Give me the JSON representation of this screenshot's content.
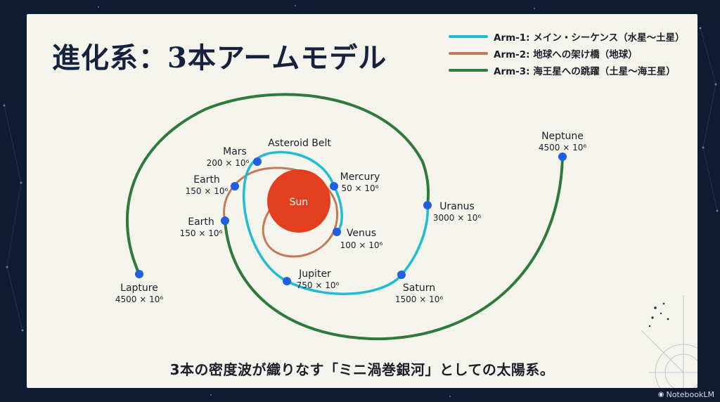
{
  "slide": {
    "title": "進化系：3本アームモデル",
    "caption": "3本の密度波が織りなす「ミニ渦巻銀河」としての太陽系。"
  },
  "legend": [
    {
      "label": "Arm-1: メイン・シーケンス（水星〜土星）",
      "color": "#1fbcd2"
    },
    {
      "label": "Arm-2: 地球への架け橋（地球）",
      "color": "#c47a55"
    },
    {
      "label": "Arm-3: 海王星への跳躍（土星〜海王星）",
      "color": "#2f7a3a"
    }
  ],
  "diagram": {
    "sun": {
      "label": "Sun",
      "color": "#e23f1f"
    },
    "arm_colors": {
      "arm1": "#1fbcd2",
      "arm2": "#c47a55",
      "arm3": "#2f7a3a"
    },
    "point_color": "#1f5fe0",
    "asteroid_belt_label": "Asteroid Belt",
    "points": [
      {
        "name": "Mercury",
        "value": "50 × 10⁶"
      },
      {
        "name": "Venus",
        "value": "100 × 10⁶"
      },
      {
        "name": "Earth",
        "value": "150 × 10⁶"
      },
      {
        "name": "Earth",
        "value": "150 × 10⁶"
      },
      {
        "name": "Mars",
        "value": "200 × 10⁶"
      },
      {
        "name": "Jupiter",
        "value": "750 × 10⁶"
      },
      {
        "name": "Saturn",
        "value": "1500 × 10⁶"
      },
      {
        "name": "Uranus",
        "value": "3000 × 10⁶"
      },
      {
        "name": "Neptune",
        "value": "4500 × 10⁶"
      },
      {
        "name": "Lapture",
        "value": "4500 × 10⁶"
      }
    ]
  },
  "brand": {
    "label": "NotebookLM",
    "icon": "notebooklm-logo-icon"
  }
}
